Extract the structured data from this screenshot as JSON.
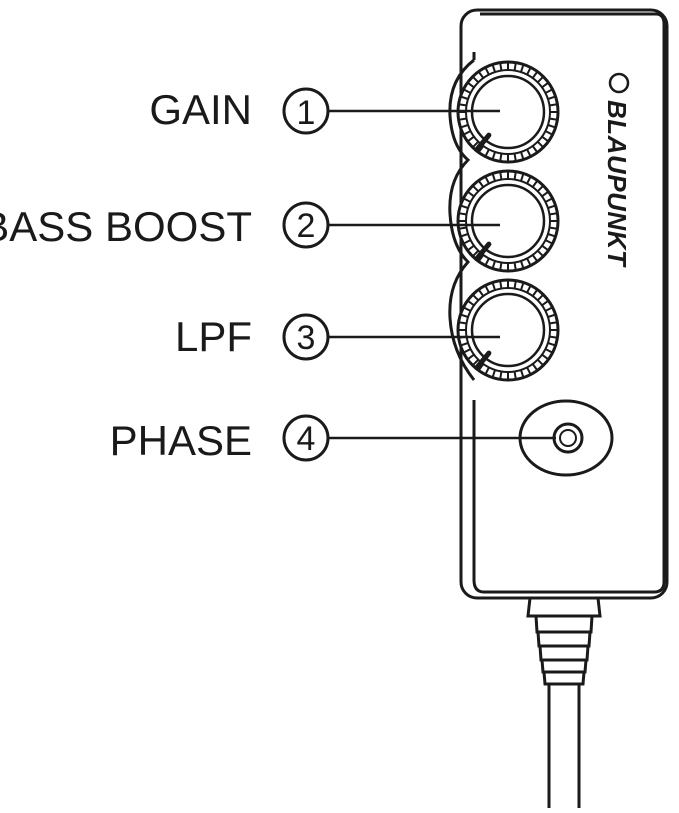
{
  "brand": {
    "name": "BLAUPUNKT"
  },
  "controls": [
    {
      "number": "1",
      "label": "GAIN",
      "type": "knob",
      "icon": "rotary-knob-icon"
    },
    {
      "number": "2",
      "label": "BASS BOOST",
      "type": "knob",
      "icon": "rotary-knob-icon"
    },
    {
      "number": "3",
      "label": "LPF",
      "type": "knob",
      "icon": "rotary-knob-icon"
    },
    {
      "number": "4",
      "label": "PHASE",
      "type": "button",
      "icon": "push-button-icon"
    }
  ],
  "colors": {
    "stroke": "#1a1a1a",
    "background": "#ffffff"
  }
}
